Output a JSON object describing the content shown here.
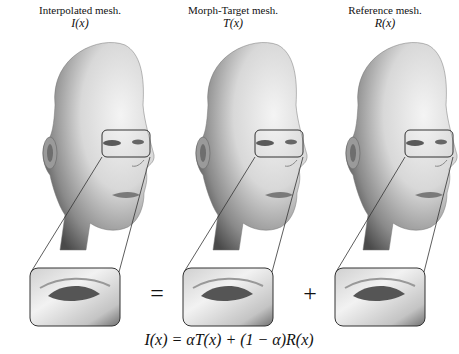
{
  "diagram": {
    "labels": [
      "Interpolated mesh.",
      "I(x)",
      "Morph-Target mesh.",
      "T(x)",
      "Reference mesh.",
      "R(x)",
      "=",
      "+",
      "I(x) = αT(x) + (1 − α)R(x)"
    ]
  }
}
